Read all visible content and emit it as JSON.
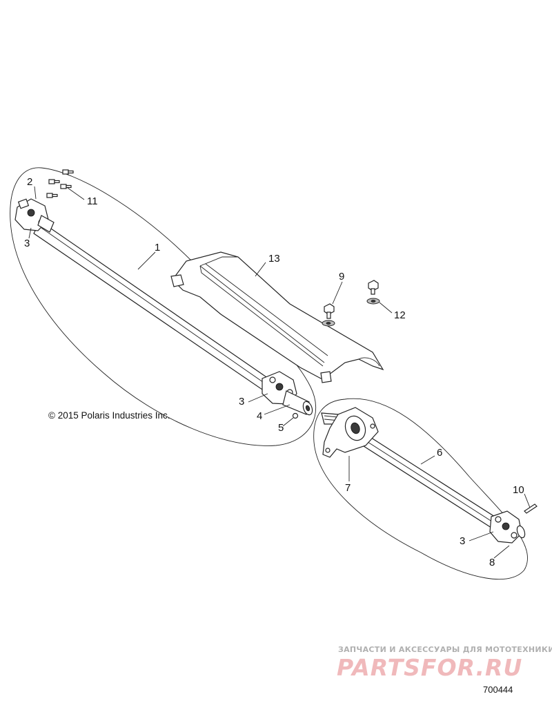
{
  "callouts": {
    "c1": "1",
    "c2": "2",
    "c3a": "3",
    "c3b": "3",
    "c3c": "3",
    "c4": "4",
    "c5": "5",
    "c6": "6",
    "c7": "7",
    "c8": "8",
    "c9": "9",
    "c10": "10",
    "c11": "11",
    "c12": "12",
    "c13": "13"
  },
  "copyright": "© 2015 Polaris Industries Inc.",
  "diagram_number": "700444",
  "watermark": {
    "tagline": "ЗАПЧАСТИ И АКСЕССУАРЫ ДЛЯ МОТОТЕХНИКИ",
    "logo": "PARTSFOR.RU"
  }
}
